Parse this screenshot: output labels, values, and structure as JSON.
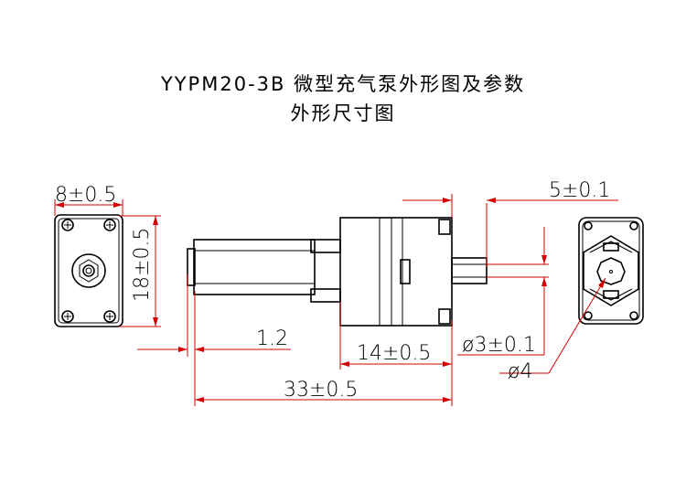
{
  "title": {
    "line1": "YYPM20-3B 微型充气泵外形图及参数",
    "line2": "外形尺寸图"
  },
  "dimensions": {
    "width_8": "8±0.5",
    "height_18": "18±0.5",
    "offset_1_2": "1.2",
    "length_14": "14±0.5",
    "length_33": "33±0.5",
    "nozzle_5": "5±0.1",
    "diameter_3": "ø3±0.1",
    "diameter_4": "ø4"
  },
  "colors": {
    "outline": "#000000",
    "dimension_line": "#d40000"
  }
}
